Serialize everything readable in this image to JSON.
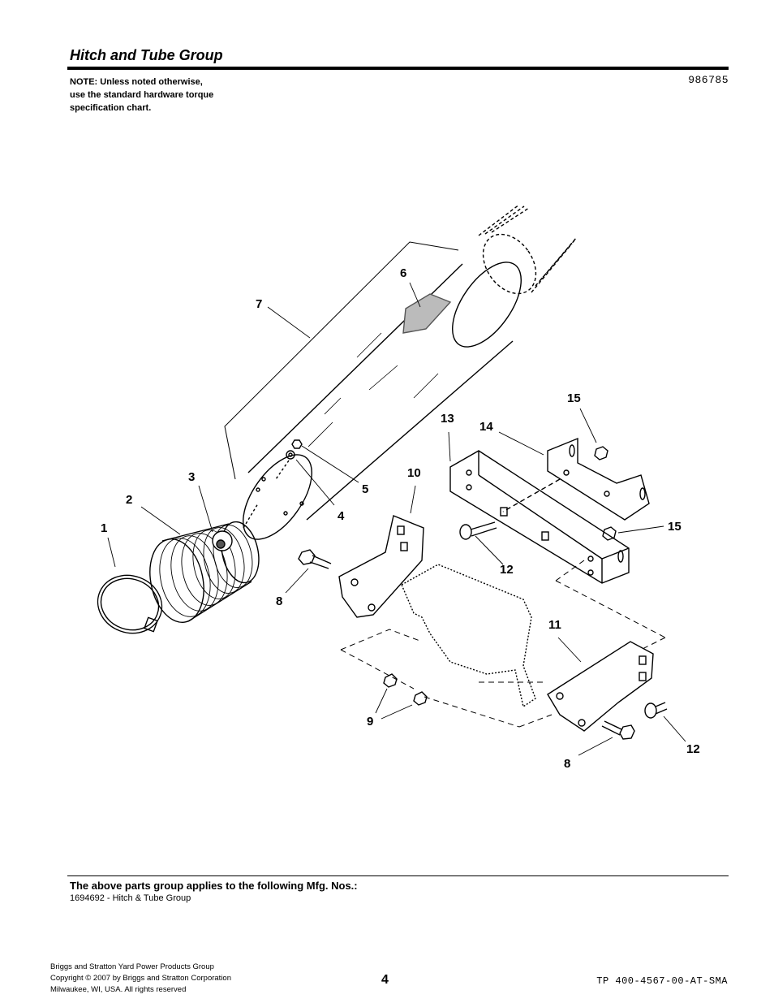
{
  "header": {
    "title": "Hitch and Tube Group",
    "note_lines": [
      "NOTE: Unless noted otherwise,",
      "use the standard hardware torque",
      "specification chart."
    ],
    "figure_id": "986785"
  },
  "callouts": [
    "1",
    "2",
    "3",
    "4",
    "5",
    "6",
    "7",
    "8",
    "8",
    "9",
    "10",
    "11",
    "12",
    "12",
    "13",
    "14",
    "15",
    "15"
  ],
  "applies": {
    "heading": "The above parts group applies to the following Mfg. Nos.:",
    "item": "1694692 - Hitch & Tube Group"
  },
  "footer": {
    "company_lines": [
      "Briggs and Stratton Yard Power Products Group",
      "Copyright ©  2007 by Briggs and Stratton Corporation",
      "Milwaukee, WI, USA. All rights reserved"
    ],
    "page_number": "4",
    "doc_code": "TP 400-4567-00-AT-SMA"
  }
}
